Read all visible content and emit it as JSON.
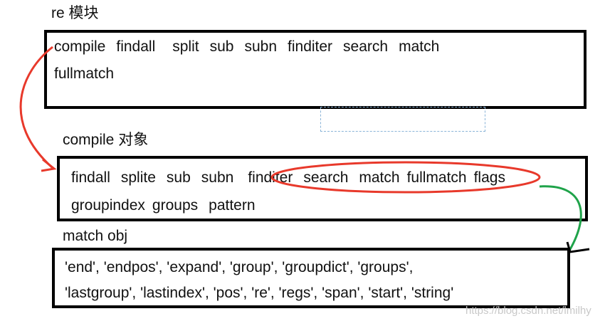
{
  "re_module": {
    "title": "re  模块",
    "items": [
      "compile",
      "findall",
      "split",
      "sub",
      "subn",
      "finditer",
      "search",
      "match",
      "fullmatch"
    ]
  },
  "compile_object": {
    "title": "compile 对象",
    "items": [
      "findall",
      "splite",
      "sub",
      "subn",
      "finditer",
      "search",
      "match",
      "fullmatch",
      "flags",
      "groupindex",
      "groups",
      "pattern"
    ]
  },
  "match_obj": {
    "title": "match  obj",
    "line1": "'end', 'endpos', 'expand', 'group', 'groupdict', 'groups',",
    "line2": "'lastgroup', 'lastindex', 'pos', 're', 'regs', 'span', 'start', 'string'"
  },
  "watermark": "https://blog.csdn.net/lmilhy",
  "colors": {
    "arrow_red": "#e8392b",
    "arrow_green": "#1fa34a",
    "border": "#000000"
  }
}
